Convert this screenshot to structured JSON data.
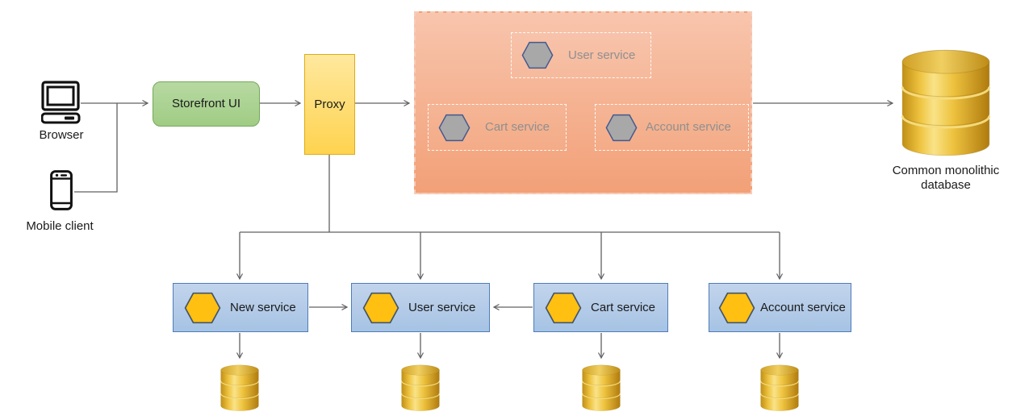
{
  "colors": {
    "connector": "#616161",
    "green_fill_top": "#b7d9a2",
    "green_fill_bottom": "#a0cc84",
    "green_border": "#74a85a",
    "yellow_fill_top": "#ffe89e",
    "yellow_fill_bottom": "#fed34f",
    "yellow_border": "#dfab16",
    "orange_fill_top": "#f8c5ad",
    "orange_fill_bottom": "#f2a077",
    "orange_border": "#f6cdbb",
    "blue_fill_top": "#c2d4ec",
    "blue_fill_bottom": "#a6c3e4",
    "blue_border": "#4f7cba",
    "hex_gold": "#ffc011",
    "hex_gold_border": "#44546a",
    "hex_gray": "#a8a8a8",
    "hex_gray_border": "#44598f",
    "monolith_text": "#8f8f8f",
    "text": "#1a1a1a",
    "db_gold_light": "#f9e388",
    "db_gold_mid": "#eec33f",
    "db_gold_dark": "#b07b0e"
  },
  "clients": {
    "browser": {
      "label": "Browser"
    },
    "mobile": {
      "label": "Mobile client"
    }
  },
  "storefront": {
    "label": "Storefront UI"
  },
  "proxy": {
    "label": "Proxy"
  },
  "monolith": {
    "user": {
      "label": "User service"
    },
    "cart": {
      "label": "Cart service"
    },
    "account": {
      "label": "Account service"
    }
  },
  "database": {
    "label": "Common monolithic database"
  },
  "services": {
    "new": {
      "label": "New service"
    },
    "user": {
      "label": "User service"
    },
    "cart": {
      "label": "Cart service"
    },
    "account": {
      "label": "Account service"
    }
  }
}
